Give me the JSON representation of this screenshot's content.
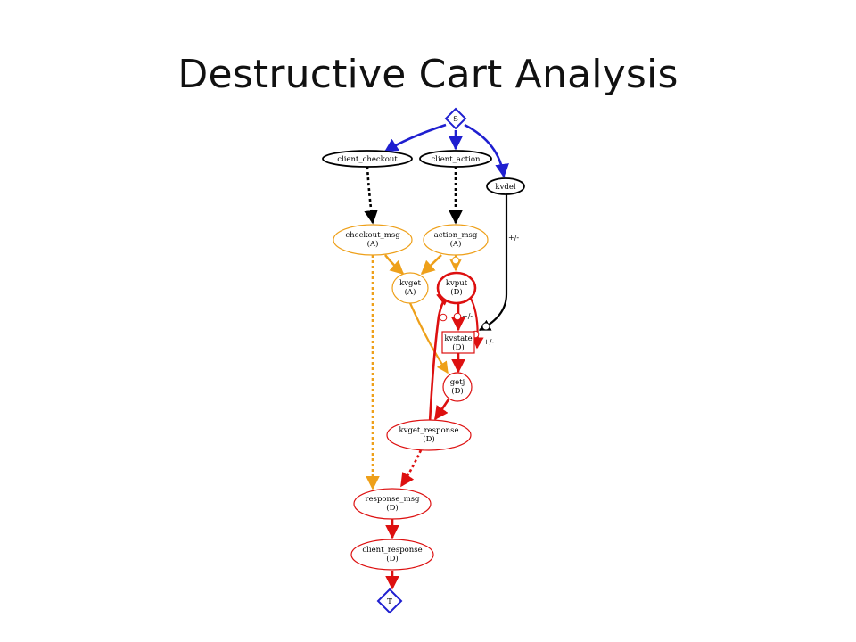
{
  "slide": {
    "title": "Destructive Cart Analysis"
  },
  "colors": {
    "blue": "#1f1fd0",
    "orange": "#eea01a",
    "red": "#dd1010",
    "black": "#000000"
  },
  "nodes": {
    "s": "S",
    "client_checkout": "client_checkout",
    "client_action": "client_action",
    "kvdel": "kvdel",
    "checkout_msg": [
      "checkout_msg",
      "(A)"
    ],
    "action_msg": [
      "action_msg",
      "(A)"
    ],
    "kvget": [
      "kvget",
      "(A)"
    ],
    "kvput": [
      "kvput",
      "(D)"
    ],
    "kvstate": [
      "kvstate",
      "(D)"
    ],
    "getj": [
      "getj",
      "(D)"
    ],
    "kvget_response": [
      "kvget_response",
      "(D)"
    ],
    "response_msg": [
      "response_msg",
      "(D)"
    ],
    "client_response": [
      "client_response",
      "(D)"
    ],
    "t": "T"
  },
  "edge_labels": {
    "kvdel_out": "+/-",
    "kvput_out": "+/-",
    "kvstate_out": "+/-"
  }
}
